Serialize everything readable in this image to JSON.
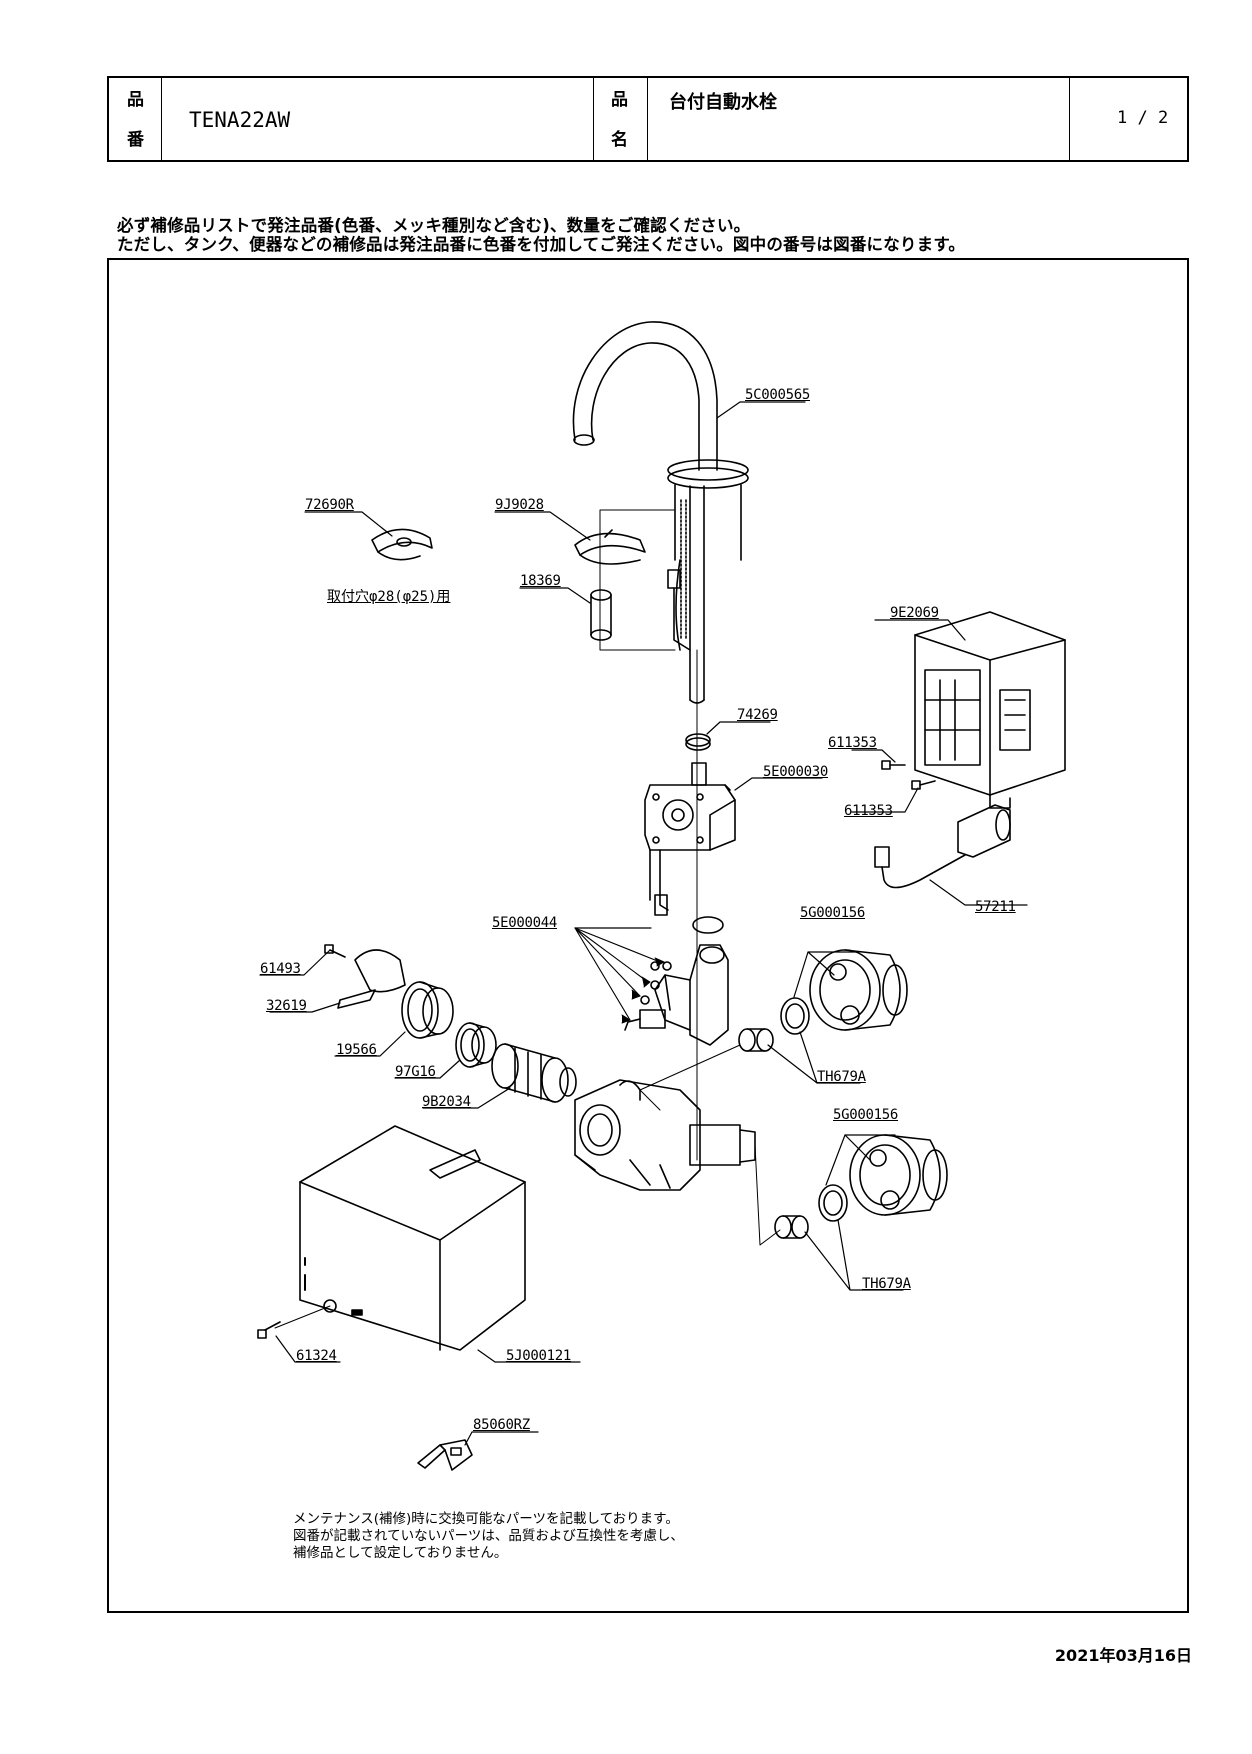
{
  "header": {
    "product_number_label_1": "品",
    "product_number_label_2": "番",
    "product_number": "TENA22AW",
    "product_name_label_1": "品",
    "product_name_label_2": "名",
    "product_name": "台付自動水栓",
    "page": "1 / 2"
  },
  "notice": {
    "line1": "必ず補修品リストで発注品番(色番、メッキ種別など含む)、数量をご確認ください。",
    "line2": "ただし、タンク、便器などの補修品は発注品番に色番を付加してご発注ください。図中の番号は図番になります。"
  },
  "parts": {
    "p5C000565": "5C000565",
    "p72690R": "72690R",
    "p9J9028": "9J9028",
    "p18369": "18369",
    "mount_note": "取付穴φ28(φ25)用",
    "p9E2069": "9E2069",
    "p74269": "74269",
    "p611353a": "611353",
    "p5E000030": "5E000030",
    "p611353b": "611353",
    "p57211": "57211",
    "p5E000044": "5E000044",
    "p5G000156a": "5G000156",
    "p61493": "61493",
    "p32619": "32619",
    "p19566": "19566",
    "p97G16": "97G16",
    "p9B2034": "9B2034",
    "pTH679Aa": "TH679A",
    "p5G000156b": "5G000156",
    "pTH679Ab": "TH679A",
    "p61324": "61324",
    "p5J000121": "5J000121",
    "p85060RZ": "85060RZ"
  },
  "footer_note": {
    "line1": "メンテナンス(補修)時に交換可能なパーツを記載しております。",
    "line2": "図番が記載されていないパーツは、品質および互換性を考慮し、",
    "line3": "補修品として設定しておりません。"
  },
  "date": "2021年03月16日"
}
